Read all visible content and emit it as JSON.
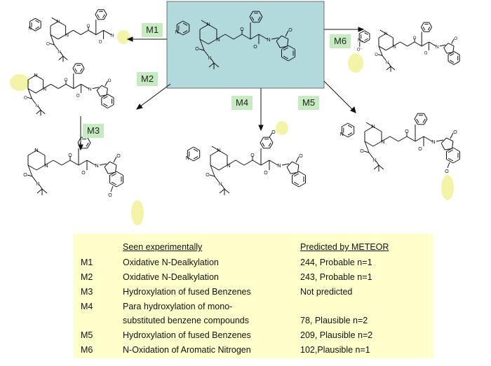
{
  "labels": {
    "m1": "M1",
    "m2": "M2",
    "m3": "M3",
    "m4": "M4",
    "m5": "M5",
    "m6": "M6"
  },
  "atoms": {
    "N": "N",
    "O": "O",
    "Ominus": "O⁻",
    "plus": "+"
  },
  "table": {
    "header_left": "Seen experimentally",
    "header_right": "Predicted by METEOR",
    "rows": [
      {
        "id": "M1",
        "reaction": "Oxidative N-Dealkylation",
        "prediction": "244, Probable n=1"
      },
      {
        "id": "M2",
        "reaction": "Oxidative N-Dealkylation",
        "prediction": "243, Probable n=1"
      },
      {
        "id": "M3",
        "reaction": "Hydroxylation of fused Benzenes",
        "prediction": "Not predicted"
      },
      {
        "id": "M4",
        "reaction": "Para hydroxylation of mono-",
        "reaction_cont": "substituted benzene compounds",
        "prediction": "78, Plausible n=2"
      },
      {
        "id": "M5",
        "reaction": "Hydroxylation of fused Benzenes",
        "prediction": "209, Plausible n=2"
      },
      {
        "id": "M6",
        "reaction": "N-Oxidation of Aromatic Nitrogen",
        "prediction": "102,Plausible n=1"
      }
    ]
  },
  "colors": {
    "parent_box": "#b2d9dc",
    "label_bg": "#c6ebc1",
    "highlight": "#f4f4a8",
    "table_bg": "#ffffcc",
    "ink": "#111111"
  }
}
